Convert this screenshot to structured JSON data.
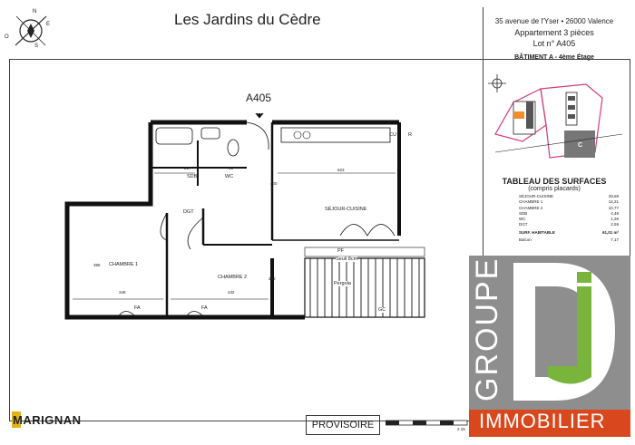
{
  "header": {
    "title": "Les Jardins du Cèdre",
    "address": "35 avenue de l'Yser • 26000 Valence",
    "apartment": "Appartement 3 pièces",
    "lot": "Lot n° A405",
    "building": "BÂTIMENT A - 4ème Étage"
  },
  "compass": {
    "n": "N",
    "e": "E",
    "s": "S",
    "o": "O"
  },
  "plan": {
    "lot_ref": "A405",
    "rooms": {
      "sdb": "SDB",
      "wc": "WC",
      "dgt": "DGT",
      "sejour": "SÉJOUR-CUISINE",
      "chambre1": "CHAMBRE 1",
      "chambre2": "CHAMBRE 2",
      "pergola": "Pergola",
      "pf": "PF",
      "cu": "CU",
      "r": "R",
      "fa1": "FA",
      "fa2": "FA",
      "seuil": "Seuil 8cm",
      "gc": "GC"
    },
    "dims": {
      "d217": "217",
      "d83": "83",
      "d623": "623",
      "d348": "348",
      "d432": "432",
      "d400": "400",
      "d298": "298",
      "d386": "386",
      "d215": "2.15"
    }
  },
  "surfaces": {
    "title": "TABLEAU DES SURFACES",
    "subtitle": "(compris placards)",
    "rows": [
      {
        "label": "SÉJOUR-CUISINE",
        "value": "29,69"
      },
      {
        "label": "CHAMBRE 1",
        "value": "12,21"
      },
      {
        "label": "CHAMBRE 2",
        "value": "10,77"
      },
      {
        "label": "SDB",
        "value": "4,49"
      },
      {
        "label": "WC",
        "value": "1,26"
      },
      {
        "label": "DGT",
        "value": "2,59"
      }
    ],
    "total": {
      "label": "SURF. HABITABLE",
      "value": "61,01 m²"
    },
    "balcon": {
      "label": "Balcon",
      "value": "7,17"
    }
  },
  "mini_map": {
    "label": "C"
  },
  "logo": {
    "groupe": "GROUPE",
    "immobilier": "IMMOBILIER",
    "brand_gray": "#8e8e8e",
    "brand_orange": "#d9481d",
    "brand_green": "#79b43c"
  },
  "footer": {
    "marignan": "MARIGNAN",
    "provisoire": "PROVISOIRE"
  }
}
